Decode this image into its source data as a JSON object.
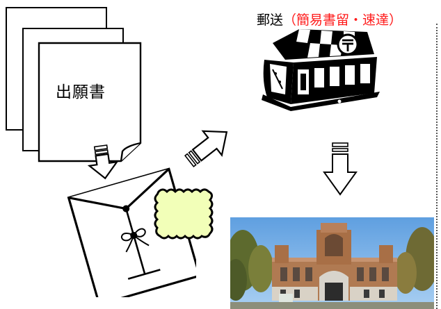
{
  "document_label": "出願書",
  "mail_label": {
    "prefix": "郵送",
    "method": "（簡易書留・速達）"
  },
  "icons": {
    "stack": "stacked-documents-icon",
    "envelope": "envelope-icon",
    "stamp": "postage-stamp-icon",
    "post_office": "post-office-icon",
    "university": "university-building-photo",
    "arrow_down_small": "arrow-down-icon",
    "arrow_diagonal": "arrow-up-right-icon",
    "arrow_down_large": "arrow-down-icon"
  },
  "colors": {
    "mail_method": "#ff1a1a",
    "stamp_fill": "#f2ffb8",
    "line": "#000000"
  }
}
